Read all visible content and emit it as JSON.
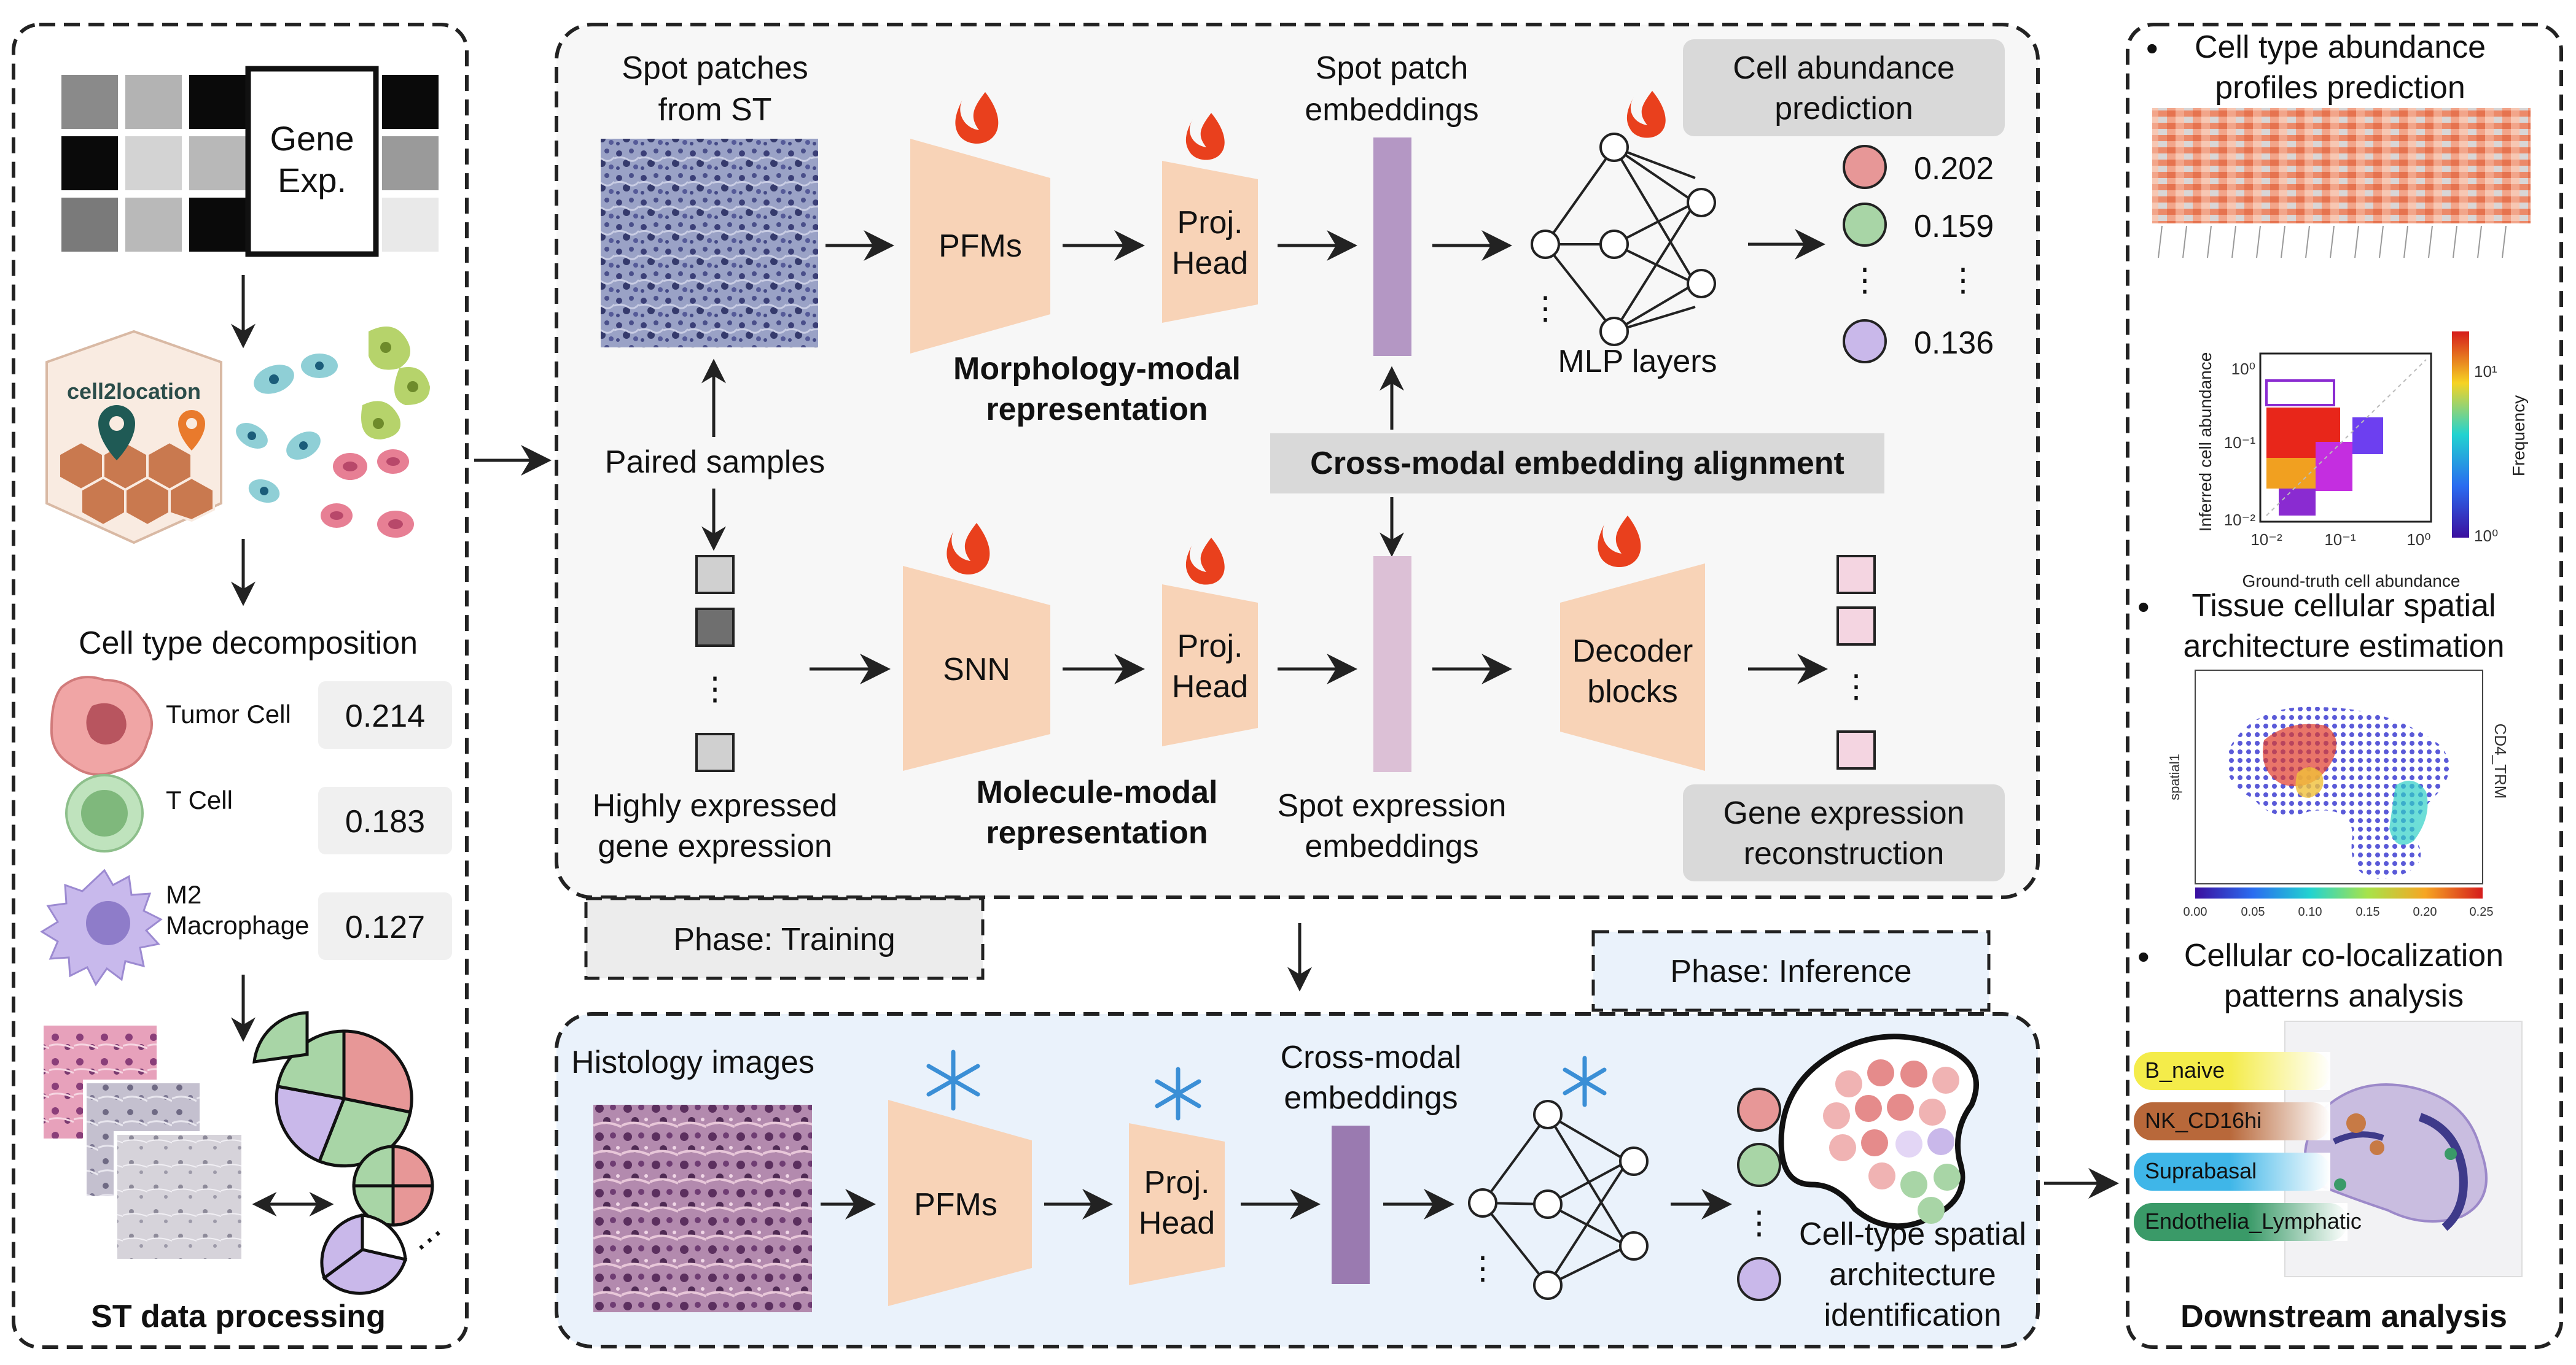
{
  "left_panel": {
    "gene_exp_line1": "Gene",
    "gene_exp_line2": "Exp.",
    "cell2location_logo": "cell2location",
    "decomposition_title": "Cell type decomposition",
    "cells": [
      {
        "label": "Tumor Cell",
        "value": "0.214"
      },
      {
        "label": "T Cell",
        "value": "0.183"
      },
      {
        "label_line1": "M2",
        "label_line2": "Macrophage",
        "value": "0.127"
      }
    ],
    "footer": "ST data processing"
  },
  "training": {
    "spot_patches_line1": "Spot patches",
    "spot_patches_line2": "from ST",
    "pfms": "PFMs",
    "proj_head_line1": "Proj.",
    "proj_head_line2": "Head",
    "spot_patch_emb_line1": "Spot patch",
    "spot_patch_emb_line2": "embeddings",
    "cell_abundance_line1": "Cell abundance",
    "cell_abundance_line2": "prediction",
    "mlp_label": "MLP layers",
    "outputs": [
      "0.202",
      "0.159",
      "0.136"
    ],
    "ellipsis": "⋮",
    "morph_line1": "Morphology-modal",
    "morph_line2": "representation",
    "paired": "Paired samples",
    "alignment": "Cross-modal embedding alignment",
    "snn": "SNN",
    "decoder_line1": "Decoder",
    "decoder_line2": "blocks",
    "highly_line1": "Highly expressed",
    "highly_line2": "gene expression",
    "mol_line1": "Molecule-modal",
    "mol_line2": "representation",
    "spot_expr_line1": "Spot expression",
    "spot_expr_line2": "embeddings",
    "gene_recon_line1": "Gene expression",
    "gene_recon_line2": "reconstruction",
    "phase": "Phase: Training"
  },
  "inference": {
    "phase": "Phase: Inference",
    "histology": "Histology images",
    "pfms": "PFMs",
    "proj_line1": "Proj.",
    "proj_line2": "Head",
    "cm_line1": "Cross-modal",
    "cm_line2": "embeddings",
    "arch_line1": "Cell-type spatial",
    "arch_line2": "architecture",
    "arch_line3": "identification"
  },
  "right_panel": {
    "bullet": "•",
    "item1_line1": "Cell type abundance",
    "item1_line2": "profiles prediction",
    "scatter_xlabel": "Ground-truth cell abundance",
    "scatter_ylabel": "Inferred cell abundance",
    "scatter_clabel": "Frequency",
    "scatter_ticks": [
      "10⁰",
      "10⁻¹",
      "10⁻²",
      "10⁻²",
      "10⁻¹",
      "10⁰"
    ],
    "cbar_ticks": [
      "10¹",
      "10⁰"
    ],
    "item2_line1": "Tissue cellular spatial",
    "item2_line2": "architecture estimation",
    "spatial_ylabel": "spatial1",
    "spatial_rlabel": "CD4_TRM",
    "spatial_ticks": [
      "0.00",
      "0.05",
      "0.10",
      "0.15",
      "0.20",
      "0.25"
    ],
    "item3_line1": "Cellular co-localization",
    "item3_line2": "patterns analysis",
    "tags": [
      {
        "label": "B_naive",
        "color": "#f4ec4a"
      },
      {
        "label": "NK_CD16hi",
        "color": "#b8683a"
      },
      {
        "label": "Suprabasal",
        "color": "#3fb6e8"
      },
      {
        "label": "Endothelia_Lymphatic",
        "color": "#3a9a68"
      }
    ],
    "footer": "Downstream analysis"
  },
  "colors": {
    "node_peach": "#f8d3b7",
    "embedding_purple": "#b497c4",
    "embedding_pink": "#dcc0d6",
    "circle_red": "#e79797",
    "circle_green": "#a8d5a6",
    "circle_purple": "#c9b8ea",
    "flame": "#e9401d",
    "snowflake": "#3b8fd6"
  }
}
